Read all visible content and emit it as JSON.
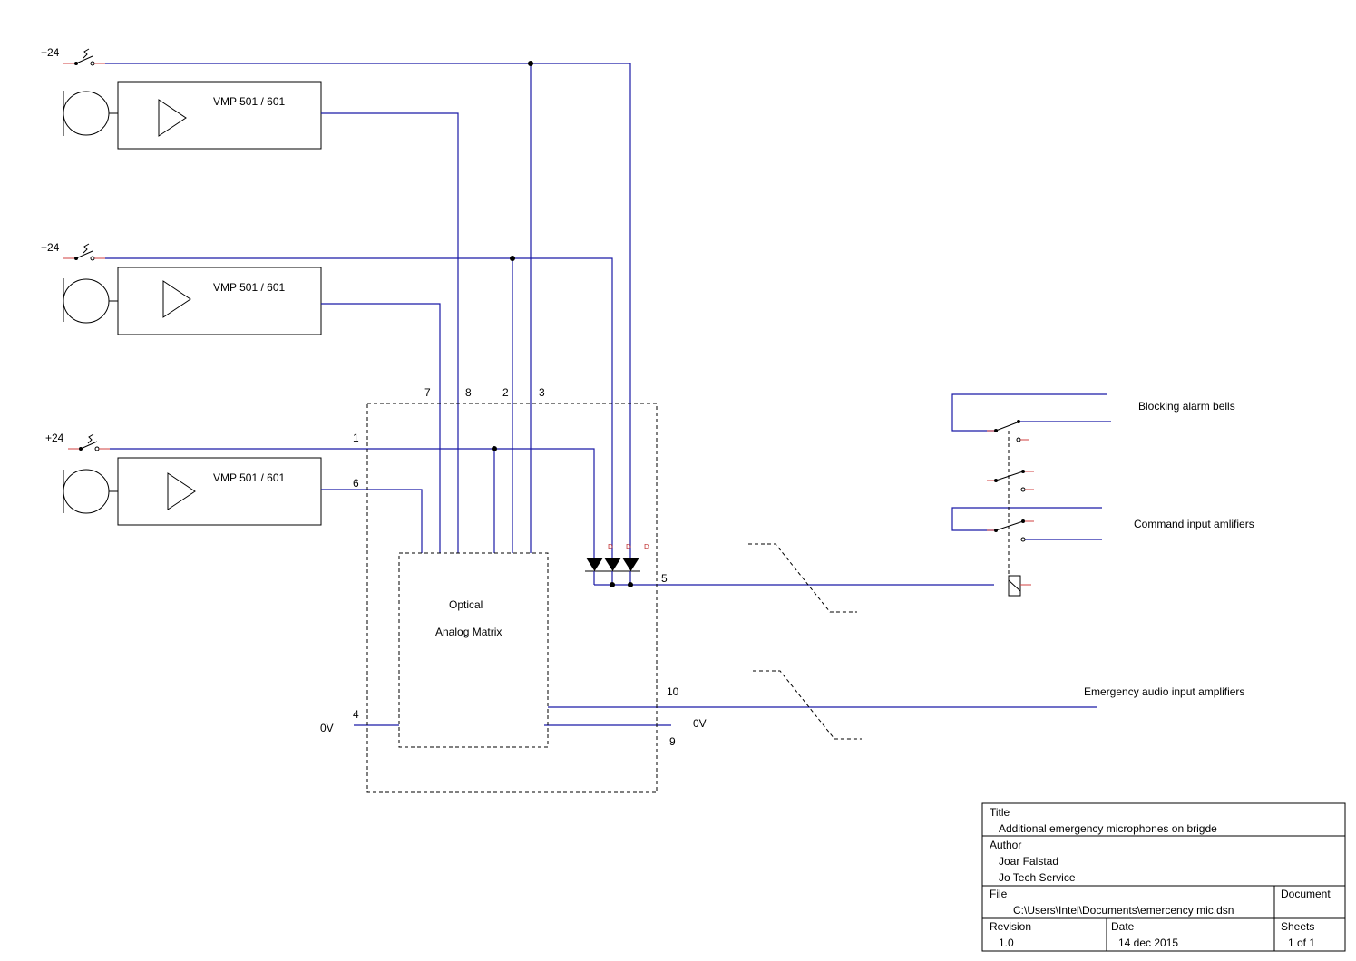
{
  "supply_label": "+24",
  "amp_label": "VMP 501 / 601",
  "matrix": {
    "line1": "Optical",
    "line2": "Analog Matrix"
  },
  "pins": {
    "p1": "1",
    "p2": "2",
    "p3": "3",
    "p4": "4",
    "p5": "5",
    "p6": "6",
    "p7": "7",
    "p8": "8",
    "p9": "9",
    "p10": "10"
  },
  "zero_volt": "0V",
  "diode_pin": "D",
  "labels": {
    "blocking": "Blocking alarm bells",
    "command": "Command input amlifiers",
    "emergency": "Emergency audio input amplifiers"
  },
  "title_block": {
    "title_hdr": "Title",
    "title": "Additional emergency microphones on brigde",
    "author_hdr": "Author",
    "author1": "Joar Falstad",
    "author2": "Jo Tech Service",
    "file_hdr": "File",
    "file": "C:\\Users\\Intel\\Documents\\emercency mic.dsn",
    "document_hdr": "Document",
    "revision_hdr": "Revision",
    "revision": "1.0",
    "date_hdr": "Date",
    "date": "14 dec 2015",
    "sheets_hdr": "Sheets",
    "sheets": "1 of 1"
  },
  "colors": {
    "wire": "#1a1aa6",
    "outline": "#000000",
    "pin": "#d04040"
  }
}
